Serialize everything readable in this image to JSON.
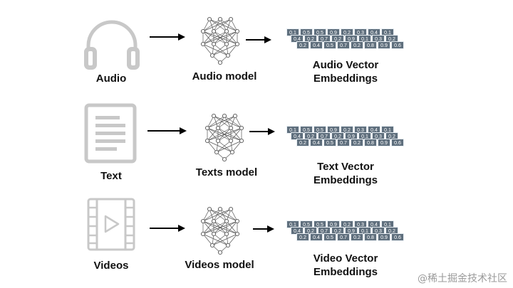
{
  "colors": {
    "icon_gray": "#c8c8c8",
    "cell_bg": "#5f6f7d",
    "text": "#111111",
    "arrow": "#000000"
  },
  "rows": [
    {
      "source_label": "Audio",
      "source_icon": "headphones-icon",
      "model_label": "Audio model",
      "embedding_label_line1": "Audio Vector",
      "embedding_label_line2": "Embeddings",
      "vector_back": [
        "0.1",
        "0.5",
        "0.5",
        "0.9",
        "0.2",
        "0.3",
        "0.4",
        "0.1"
      ],
      "vector_mid": [
        "0.4",
        "0.2",
        "0.7",
        "0.2",
        "0.9",
        "0.1",
        "0.3",
        "0.2"
      ],
      "vector_front": [
        "0.2",
        "0.4",
        "0.5",
        "0.7",
        "0.2",
        "0.8",
        "0.9",
        "0.6"
      ]
    },
    {
      "source_label": "Text",
      "source_icon": "document-icon",
      "model_label": "Texts model",
      "embedding_label_line1": "Text Vector",
      "embedding_label_line2": "Embeddings",
      "vector_back": [
        "0.1",
        "0.5",
        "0.5",
        "0.9",
        "0.2",
        "0.3",
        "0.4",
        "0.1"
      ],
      "vector_mid": [
        "0.4",
        "0.2",
        "0.7",
        "0.2",
        "0.9",
        "0.1",
        "0.3",
        "0.2"
      ],
      "vector_front": [
        "0.2",
        "0.4",
        "0.5",
        "0.7",
        "0.2",
        "0.8",
        "0.9",
        "0.6"
      ]
    },
    {
      "source_label": "Videos",
      "source_icon": "film-play-icon",
      "model_label": "Videos model",
      "embedding_label_line1": "Video Vector",
      "embedding_label_line2": "Embeddings",
      "vector_back": [
        "0.1",
        "0.5",
        "0.5",
        "0.9",
        "0.2",
        "0.3",
        "0.4",
        "0.1"
      ],
      "vector_mid": [
        "0.4",
        "0.2",
        "0.7",
        "0.2",
        "0.9",
        "0.1",
        "0.3",
        "0.2"
      ],
      "vector_front": [
        "0.2",
        "0.4",
        "0.5",
        "0.7",
        "0.2",
        "0.8",
        "0.9",
        "0.6"
      ]
    }
  ],
  "watermark": "@稀土掘金技术社区"
}
